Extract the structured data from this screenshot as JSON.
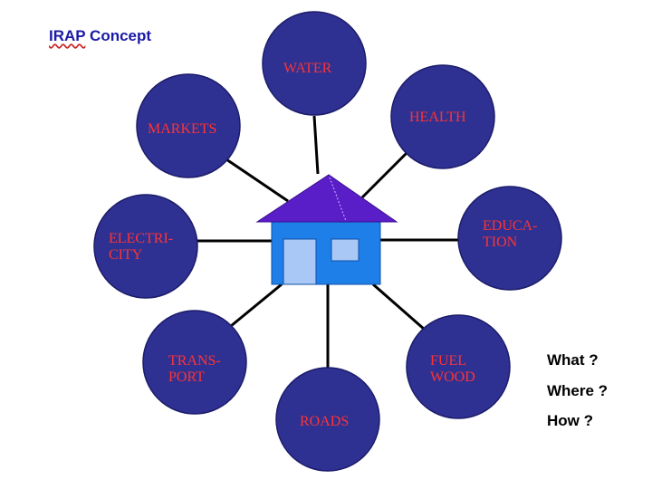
{
  "title": {
    "prefix": "IRAP",
    "rest": " Concept"
  },
  "colors": {
    "node_fill": "#2e3192",
    "node_stroke": "#1c1c6a",
    "label": "#ff3333",
    "spoke": "#000000",
    "roof": "#5a1ec8",
    "wall": "#1f7fe8",
    "window": "#a9c8f5"
  },
  "nodes": [
    {
      "id": "water",
      "lines": [
        "WATER"
      ]
    },
    {
      "id": "health",
      "lines": [
        "HEALTH"
      ]
    },
    {
      "id": "markets",
      "lines": [
        "MARKETS"
      ]
    },
    {
      "id": "education",
      "lines": [
        "EDUCA-",
        "TION"
      ]
    },
    {
      "id": "electricity",
      "lines": [
        "ELECTRI-",
        "CITY"
      ]
    },
    {
      "id": "transport",
      "lines": [
        "TRANS-",
        "PORT"
      ]
    },
    {
      "id": "fuel-wood",
      "lines": [
        "FUEL",
        "WOOD"
      ]
    },
    {
      "id": "roads",
      "lines": [
        "ROADS"
      ]
    }
  ],
  "questions": [
    "What ?",
    "Where ?",
    "How ?"
  ]
}
